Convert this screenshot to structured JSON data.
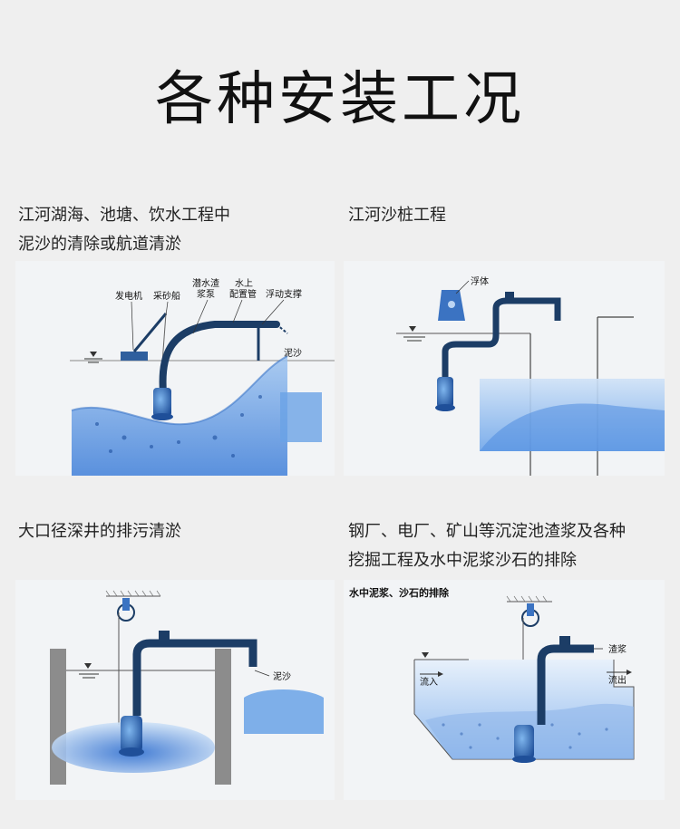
{
  "title": "各种安装工况",
  "sections": [
    {
      "caption_lines": [
        "江河湖海、池塘、饮水工程中",
        "泥沙的清除或航道清淤"
      ],
      "labels": {
        "generator": "发电机",
        "sand_boat": "采砂船",
        "pump_line1": "潜水渣",
        "pump_line2": "浆泵",
        "pipe_line1": "水上",
        "pipe_line2": "配置管",
        "float_support": "浮动支撑",
        "mud": "泥沙"
      }
    },
    {
      "caption_lines": [
        "江河沙桩工程"
      ],
      "labels": {
        "float": "浮体"
      }
    },
    {
      "caption_lines": [
        "大口径深井的排污清淤"
      ],
      "labels": {
        "mud": "泥沙"
      }
    },
    {
      "caption_lines": [
        "钢厂、电厂、矿山等沉淀池渣浆及各种",
        "挖掘工程及水中泥浆沙石的排除"
      ],
      "labels": {
        "heading": "水中泥浆、沙石的排除",
        "slurry": "渣浆",
        "inflow": "流入",
        "outflow": "流出"
      }
    }
  ],
  "colors": {
    "pipe": "#1c3d66",
    "water": "#7fb0e8",
    "mud": "#3b78d6",
    "pump": "#2a6ab8"
  }
}
